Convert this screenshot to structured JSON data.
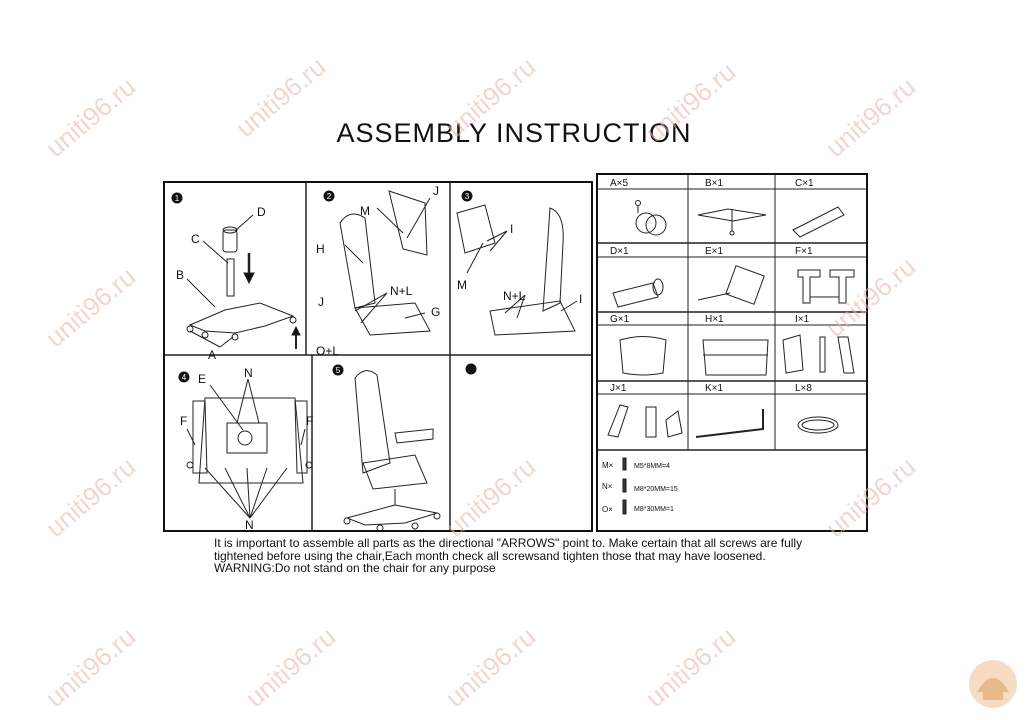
{
  "title": "ASSEMBLY  INSTRUCTION",
  "steps": {
    "s1": {
      "num": "1",
      "labels": [
        "D",
        "C",
        "B",
        "A"
      ]
    },
    "s2": {
      "num": "2",
      "labels": [
        "M",
        "J",
        "H",
        "J",
        "N+L",
        "G",
        "O+L"
      ]
    },
    "s3": {
      "num": "3",
      "labels": [
        "I",
        "M",
        "N+L",
        "I"
      ]
    },
    "s4": {
      "num": "4",
      "labels": [
        "E",
        "N",
        "F",
        "F",
        "N"
      ]
    },
    "s5": {
      "num": "5"
    }
  },
  "parts": {
    "A": "A×5",
    "B": "B×1",
    "C": "C×1",
    "D": "D×1",
    "E": "E×1",
    "F": "F×1",
    "G": "G×1",
    "H": "H×1",
    "I": "I×1",
    "J": "J×1",
    "K": "K×1",
    "L": "L×8"
  },
  "screws": [
    {
      "letter": "M×",
      "spec": "M5*8MM=4"
    },
    {
      "letter": "N×",
      "spec": "M8*20MM=15"
    },
    {
      "letter": "O×",
      "spec": "M8*30MM=1"
    }
  ],
  "notes": [
    "It is important to assemble all parts as the directional \"ARROWS\" point to. Make certain that all screws are fully",
    "tightened  before using the chair,Each month check all screwsand tighten those that may have loosened.",
    "WARNING:Do not stand on the chair for any purpose"
  ],
  "watermark": "uniti96.ru"
}
